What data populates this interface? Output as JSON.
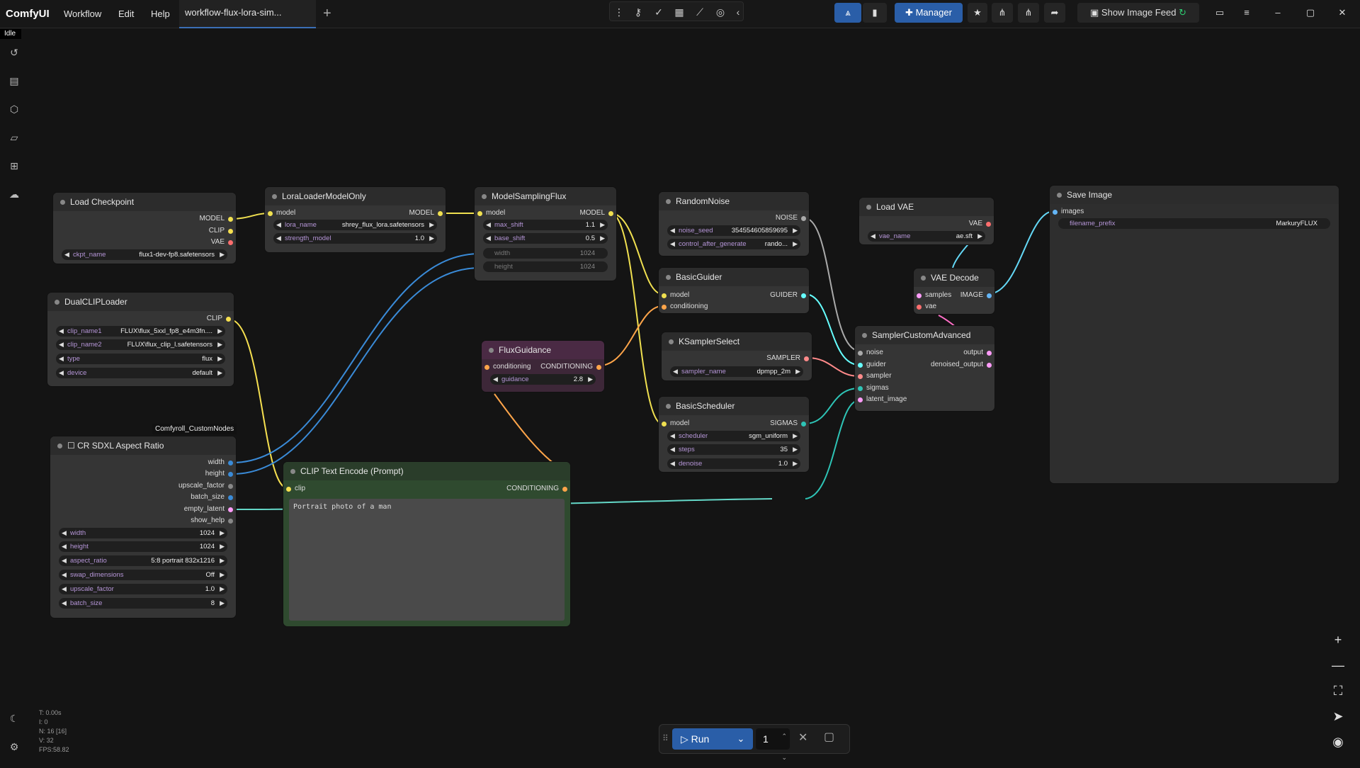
{
  "app": {
    "logo": "ComfyUI",
    "menus": [
      "Workflow",
      "Edit",
      "Help"
    ],
    "tab_title": "workflow-flux-lora-sim...",
    "new_tab": "+"
  },
  "toolbar": {
    "icons": [
      "more-icon",
      "key-icon",
      "check-icon",
      "table-icon",
      "chart-icon",
      "github-icon",
      "chevron-left-icon"
    ]
  },
  "right": {
    "manager": "Manager",
    "show_feed": "Show Image Feed"
  },
  "status": {
    "idle": "Idle",
    "stats": [
      "T: 0.00s",
      "I: 0",
      "N: 16 [16]",
      "V: 32",
      "FPS:58.82"
    ]
  },
  "run": {
    "label": "Run",
    "count": "1"
  },
  "colors": {
    "model": "#f0e050",
    "clip": "#f6e050",
    "conditioning": "#ffa54a",
    "int": "#3a8bd8",
    "vae": "#ff6e6e",
    "latent": "#ff9cf9",
    "image": "#64b5f6",
    "noise": "#aaaaaa",
    "sigmas": "#2ec4b6",
    "guider": "#66ffff"
  },
  "nodes": {
    "load_checkpoint": {
      "title": "Load Checkpoint",
      "outs": [
        "MODEL",
        "CLIP",
        "VAE"
      ],
      "ckpt_label": "ckpt_name",
      "ckpt_value": "flux1-dev-fp8.safetensors"
    },
    "lora": {
      "title": "LoraLoaderModelOnly",
      "in": "model",
      "out": "MODEL",
      "w1_label": "lora_name",
      "w1_value": "shrey_flux_lora.safetensors",
      "w2_label": "strength_model",
      "w2_value": "1.0"
    },
    "msf": {
      "title": "ModelSamplingFlux",
      "in": "model",
      "out": "MODEL",
      "w1_label": "max_shift",
      "w1_value": "1.1",
      "w2_label": "base_shift",
      "w2_value": "0.5",
      "w3_label": "width",
      "w3_value": "1024",
      "w4_label": "height",
      "w4_value": "1024"
    },
    "random_noise": {
      "title": "RandomNoise",
      "out": "NOISE",
      "w1_label": "noise_seed",
      "w1_value": "354554605859695",
      "w2_label": "control_after_generate",
      "w2_value": "rando..."
    },
    "load_vae": {
      "title": "Load VAE",
      "out": "VAE",
      "w1_label": "vae_name",
      "w1_value": "ae.sft"
    },
    "save_image": {
      "title": "Save Image",
      "in": "images",
      "w1_label": "filename_prefix",
      "w1_value": "MarkuryFLUX"
    },
    "dual_clip": {
      "title": "DualCLIPLoader",
      "out": "CLIP",
      "w1_label": "clip_name1",
      "w1_value": "FLUX\\flux_5xxl_fp8_e4m3fn....",
      "w2_label": "clip_name2",
      "w2_value": "FLUX\\flux_clip_l.safetensors",
      "w3_label": "type",
      "w3_value": "flux",
      "w4_label": "device",
      "w4_value": "default"
    },
    "basic_guider": {
      "title": "BasicGuider",
      "in1": "model",
      "in2": "conditioning",
      "out": "GUIDER"
    },
    "vae_decode": {
      "title": "VAE Decode",
      "in1": "samples",
      "in2": "vae",
      "out": "IMAGE"
    },
    "flux_guidance": {
      "title": "FluxGuidance",
      "in": "conditioning",
      "out": "CONDITIONING",
      "w1_label": "guidance",
      "w1_value": "2.8"
    },
    "ksampler_select": {
      "title": "KSamplerSelect",
      "out": "SAMPLER",
      "w1_label": "sampler_name",
      "w1_value": "dpmpp_2m"
    },
    "sca": {
      "title": "SamplerCustomAdvanced",
      "ins": [
        "noise",
        "guider",
        "sampler",
        "sigmas",
        "latent_image"
      ],
      "outs": [
        "output",
        "denoised_output"
      ]
    },
    "basic_scheduler": {
      "title": "BasicScheduler",
      "in": "model",
      "out": "SIGMAS",
      "w1_label": "scheduler",
      "w1_value": "sgm_uniform",
      "w2_label": "steps",
      "w2_value": "35",
      "w3_label": "denoise",
      "w3_value": "1.0"
    },
    "cr_aspect": {
      "badge": "Comfyroll_CustomNodes",
      "title": "CR SDXL Aspect Ratio",
      "outs": [
        "width",
        "height",
        "upscale_factor",
        "batch_size",
        "empty_latent",
        "show_help"
      ],
      "w1_label": "width",
      "w1_value": "1024",
      "w2_label": "height",
      "w2_value": "1024",
      "w3_label": "aspect_ratio",
      "w3_value": "5:8 portrait 832x1216",
      "w4_label": "swap_dimensions",
      "w4_value": "Off",
      "w5_label": "upscale_factor",
      "w5_value": "1.0",
      "w6_label": "batch_size",
      "w6_value": "8"
    },
    "clip_text": {
      "title": "CLIP Text Encode (Prompt)",
      "in": "clip",
      "out": "CONDITIONING",
      "prompt": "Portrait photo of a man"
    }
  }
}
